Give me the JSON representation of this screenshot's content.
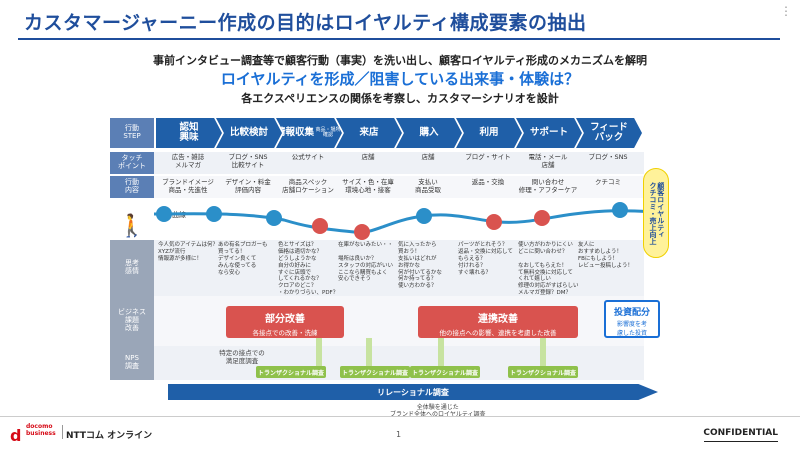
{
  "header": {
    "title": "カスタマージャーニー作成の目的はロイヤルティ構成要素の抽出",
    "menu": "⋮"
  },
  "subtitle": {
    "line1": "事前インタビュー調査等で顧客行動（事実）を洗い出し、顧客ロイヤルティ形成のメカニズムを解明",
    "line2": "ロイヤルティを形成／阻害している出来事・体験は？",
    "line3": "各エクスペリエンスの関係を考察し、カスタマーシナリオを設計"
  },
  "row_labels": {
    "step": "行動\nSTEP",
    "touch": "タッチ\nポイント",
    "action": "行動\n内容",
    "thought": "思考\n感情",
    "business": "ビジネス\n課題\n改善",
    "nps": "NPS\n調査"
  },
  "steps": [
    {
      "label": "認知\n興味",
      "small": ""
    },
    {
      "label": "比較検討",
      "small": ""
    },
    {
      "label": "情報収集",
      "small": "商品・場所確認"
    },
    {
      "label": "来店",
      "small": ""
    },
    {
      "label": "購入",
      "small": ""
    },
    {
      "label": "利用",
      "small": ""
    },
    {
      "label": "サポート",
      "small": ""
    },
    {
      "label": "フィード\nバック",
      "small": ""
    }
  ],
  "touchpoints": [
    "広告・雑誌\nメルマガ",
    "ブログ・SNS\n比較サイト",
    "公式サイト",
    "店舗",
    "店舗",
    "ブログ・サイト",
    "電話・メール\n店舗",
    "ブログ・SNS"
  ],
  "actions": [
    "ブランドイメージ\n商品・先進性",
    "デザイン・料金\n評価内容",
    "商品スペック\n店舗ロケーション",
    "サイズ・色・在庫\n環境心地・接客",
    "支払い\n商品受取",
    "返品・交換",
    "問い合わせ\n修理・アフターケア",
    "クチコミ"
  ],
  "emotion_label": "感情曲線",
  "thoughts": [
    "今人気のアイテムは何？\nXYZが流行\n情報源が多様に！",
    "あの有名ブロガーも\n買ってる！\nデザイン良くて\nみんな使ってる\nなら安心",
    "色とサイズは？\n価格は適切かな？\nどうしようかな\n自分の好みに\nすぐに店頭で\nしてくれるかな？\nクロアのどこ？\n・わかりづらい、PDF？",
    "在庫がないみたい・・\n\n場所は良いか？\nスタッフの対応がいい\nここなら購買もよく\n安心できそう",
    "気に入ったから\n買おう！\n支払いはどれが\nお得かな\n何が付いてるかな\n何か持ってる？\n使い方わかる？",
    "パーツがとれそう？\n返品・交換に対応して\nもらえる？\n付けれる？\nすぐ壊れる？",
    "使い方がわかりにくい\nどこに問い合わせ？\n\nなおしてもらえた！\nて無料交換に対応して\nくれて嬉しい\n修理の対応がすばらしい\nメルマガ登録？DM？",
    "友人に\nおすすめしよう！\nFBにもしよう！\nレビュー投稿しよう！"
  ],
  "business": {
    "partial": {
      "title": "部分改善",
      "sub": "各接点での改善・洗練"
    },
    "cooperative": {
      "title": "連携改善",
      "sub": "他の接点への影響、連携を考慮した改善"
    },
    "investment": {
      "title": "投資配分",
      "sub": "影響度を考\n慮した投資"
    }
  },
  "nps": {
    "note": "特定の接点での\n満足度調査",
    "chip": "トランザクショナル調査",
    "relational": "リレーショナル調査",
    "relational_note": "全体験を通じた\nブランド全体へのロイヤルティ調査"
  },
  "side_label": "顧客ロイヤルティ\nクチコミ・売上向上",
  "footer": {
    "brand_d": "d",
    "brand_docomo": "docomo\nbusiness",
    "brand_ntt": "NTTコム オンライン",
    "page": "1",
    "confidential": "CONFIDENTIAL"
  },
  "colors": {
    "primary": "#1f5fa8",
    "title": "#1f4e9c",
    "red": "#d9534f",
    "green": "#8fc14b",
    "highlight": "#1a6fd6"
  }
}
